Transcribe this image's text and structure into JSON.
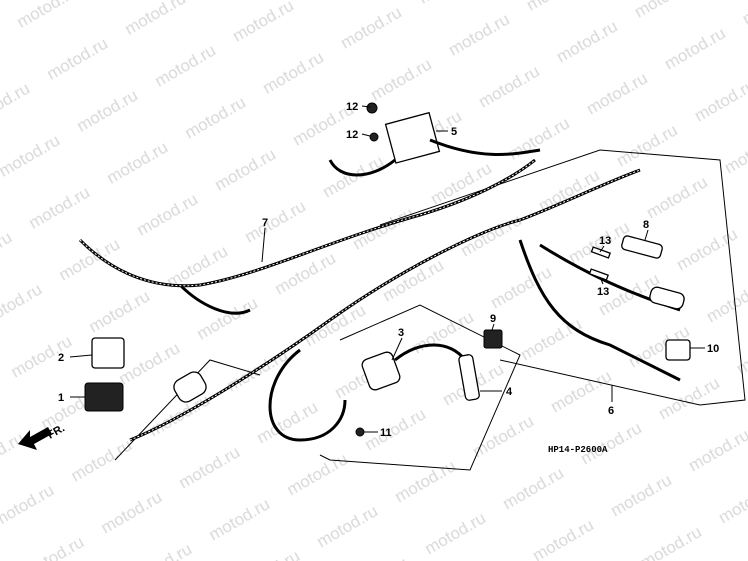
{
  "watermark": "motod.ru",
  "diagram_code": "HP14-P2600A",
  "front_label": "FR.",
  "callouts": [
    {
      "id": "c12a",
      "text": "12"
    },
    {
      "id": "c12b",
      "text": "12"
    },
    {
      "id": "c5",
      "text": "5"
    },
    {
      "id": "c7",
      "text": "7"
    },
    {
      "id": "c8",
      "text": "8"
    },
    {
      "id": "c13a",
      "text": "13"
    },
    {
      "id": "c13b",
      "text": "13"
    },
    {
      "id": "c9",
      "text": "9"
    },
    {
      "id": "c3",
      "text": "3"
    },
    {
      "id": "c10",
      "text": "10"
    },
    {
      "id": "c2",
      "text": "2"
    },
    {
      "id": "c1",
      "text": "1"
    },
    {
      "id": "c4",
      "text": "4"
    },
    {
      "id": "c6",
      "text": "6"
    },
    {
      "id": "c11",
      "text": "11"
    }
  ]
}
